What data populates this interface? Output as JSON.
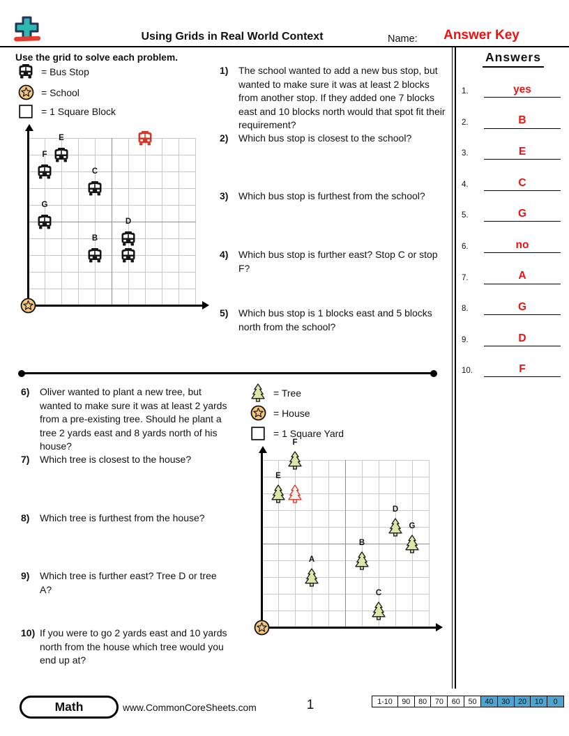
{
  "theme": {
    "accent_red": "#ef1111",
    "score_highlight_blue": "#4da4cf",
    "tree_fill_green": "#dbe7a5",
    "marker_red": "#d93425",
    "star_fill_tan": "#f6c87f",
    "logo_teal": "#2fb8b2",
    "logo_red": "#e63c30",
    "grid_line_gray": "#c9c9c9"
  },
  "header": {
    "title": "Using Grids in Real World Context",
    "name_label": "Name:",
    "name_value": "Answer Key"
  },
  "instructions": "Use the grid to solve each problem.",
  "legend_blocks": {
    "items": [
      {
        "icon": "bus-icon",
        "label": "= Bus Stop"
      },
      {
        "icon": "school-icon",
        "label": "= School"
      },
      {
        "icon": "square-icon",
        "label": "= 1 Square Block"
      }
    ]
  },
  "legend_yards": {
    "items": [
      {
        "icon": "tree-icon",
        "label": "= Tree"
      },
      {
        "icon": "house-icon",
        "label": "= House"
      },
      {
        "icon": "square-icon",
        "label": "= 1 Square Yard"
      }
    ]
  },
  "questions_top": [
    {
      "num": "1)",
      "text": "The school wanted to add a new bus stop, but wanted to make sure it was at least 2 blocks from another stop. If they added one 7 blocks east and 10 blocks north would that spot fit their requirement?"
    },
    {
      "num": "2)",
      "text": "Which bus stop is closest to the school?"
    },
    {
      "num": "3)",
      "text": "Which bus stop is furthest from the school?"
    },
    {
      "num": "4)",
      "text": "Which bus stop is further east? Stop C or stop F?"
    },
    {
      "num": "5)",
      "text": "Which bus stop is 1 blocks east and 5 blocks north from the school?"
    }
  ],
  "questions_bottom": [
    {
      "num": "6)",
      "text": "Oliver wanted to plant a new tree, but wanted to make sure it was at least 2 yards from a pre-existing tree. Should he plant a tree 2 yards east and 8 yards north of his house?"
    },
    {
      "num": "7)",
      "text": "Which tree is closest to the house?"
    },
    {
      "num": "8)",
      "text": "Which tree is furthest from the house?"
    },
    {
      "num": "9)",
      "text": "Which tree is further east? Tree D or tree A?"
    },
    {
      "num": "10)",
      "text": "If you were to go 2 yards east and 10 yards north from the house which tree would you end up at?"
    }
  ],
  "answers": {
    "title": "Answers",
    "rows": [
      {
        "num": "1.",
        "value": "yes"
      },
      {
        "num": "2.",
        "value": "B"
      },
      {
        "num": "3.",
        "value": "E"
      },
      {
        "num": "4.",
        "value": "C"
      },
      {
        "num": "5.",
        "value": "G"
      },
      {
        "num": "6.",
        "value": "no"
      },
      {
        "num": "7.",
        "value": "A"
      },
      {
        "num": "8.",
        "value": "G"
      },
      {
        "num": "9.",
        "value": "D"
      },
      {
        "num": "10.",
        "value": "F"
      }
    ]
  },
  "chart_data": [
    {
      "type": "scatter",
      "title": "Bus stop grid",
      "units": "blocks",
      "xlim": [
        0,
        10
      ],
      "ylim": [
        0,
        10
      ],
      "grid": true,
      "origin": {
        "label": "School",
        "x": 0,
        "y": 0
      },
      "points": [
        {
          "label": "E",
          "x": 2,
          "y": 9
        },
        {
          "label": "F",
          "x": 1,
          "y": 8
        },
        {
          "label": "C",
          "x": 4,
          "y": 7
        },
        {
          "label": "G",
          "x": 1,
          "y": 5
        },
        {
          "label": "D",
          "x": 6,
          "y": 4
        },
        {
          "label": "A",
          "x": 6,
          "y": 3,
          "label_hidden": true
        },
        {
          "label": "B",
          "x": 4,
          "y": 3
        },
        {
          "label": "",
          "x": 7,
          "y": 10,
          "red": true
        }
      ]
    },
    {
      "type": "scatter",
      "title": "Tree grid",
      "units": "yards",
      "xlim": [
        0,
        10
      ],
      "ylim": [
        0,
        10
      ],
      "grid": true,
      "origin": {
        "label": "House",
        "x": 0,
        "y": 0
      },
      "points": [
        {
          "label": "F",
          "x": 2,
          "y": 10
        },
        {
          "label": "E",
          "x": 1,
          "y": 8
        },
        {
          "label": "",
          "x": 2,
          "y": 8,
          "red": true
        },
        {
          "label": "D",
          "x": 8,
          "y": 6
        },
        {
          "label": "G",
          "x": 9,
          "y": 5
        },
        {
          "label": "B",
          "x": 6,
          "y": 4
        },
        {
          "label": "A",
          "x": 3,
          "y": 3
        },
        {
          "label": "C",
          "x": 7,
          "y": 1
        }
      ]
    }
  ],
  "footer": {
    "brand": "Math",
    "url": "www.CommonCoreSheets.com",
    "page": "1",
    "score_label": "1-10",
    "score_cells": [
      {
        "value": "90",
        "highlight": false
      },
      {
        "value": "80",
        "highlight": false
      },
      {
        "value": "70",
        "highlight": false
      },
      {
        "value": "60",
        "highlight": false
      },
      {
        "value": "50",
        "highlight": false
      },
      {
        "value": "40",
        "highlight": true
      },
      {
        "value": "30",
        "highlight": true
      },
      {
        "value": "20",
        "highlight": true
      },
      {
        "value": "10",
        "highlight": true
      },
      {
        "value": "0",
        "highlight": true
      }
    ]
  }
}
